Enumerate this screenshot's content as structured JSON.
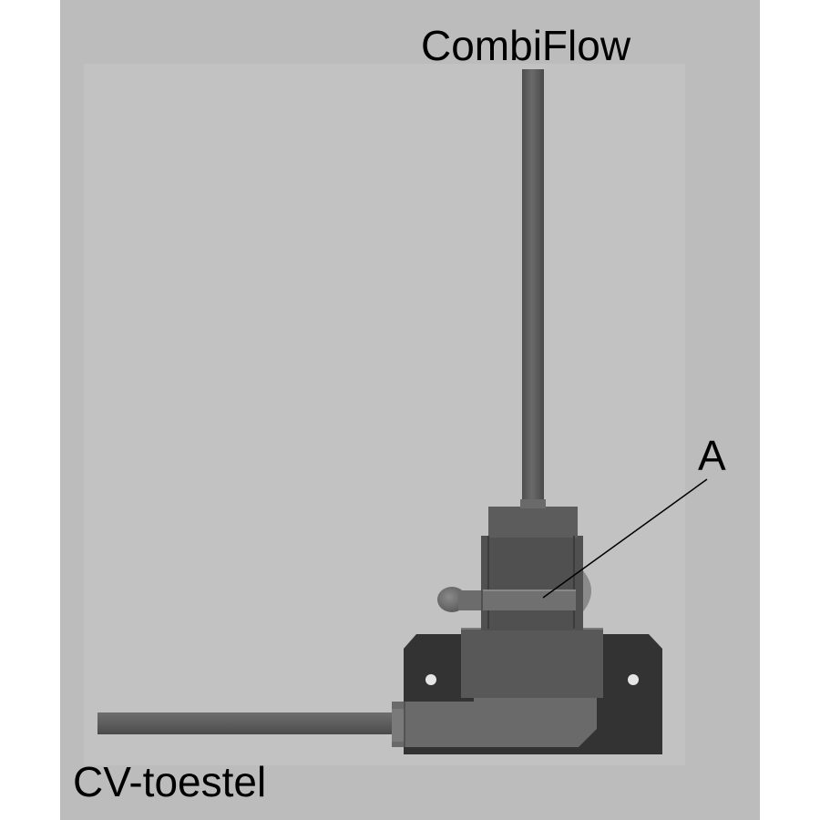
{
  "labels": {
    "top": "CombiFlow",
    "bottom": "CV-toestel",
    "callout": "A"
  },
  "colors": {
    "frame_background": "#bcbcbc",
    "inner_panel": "#c2c2c2",
    "pipe": "#5f5f5f",
    "housing": "#555555",
    "base_plate": "#333333",
    "text": "#000000"
  }
}
